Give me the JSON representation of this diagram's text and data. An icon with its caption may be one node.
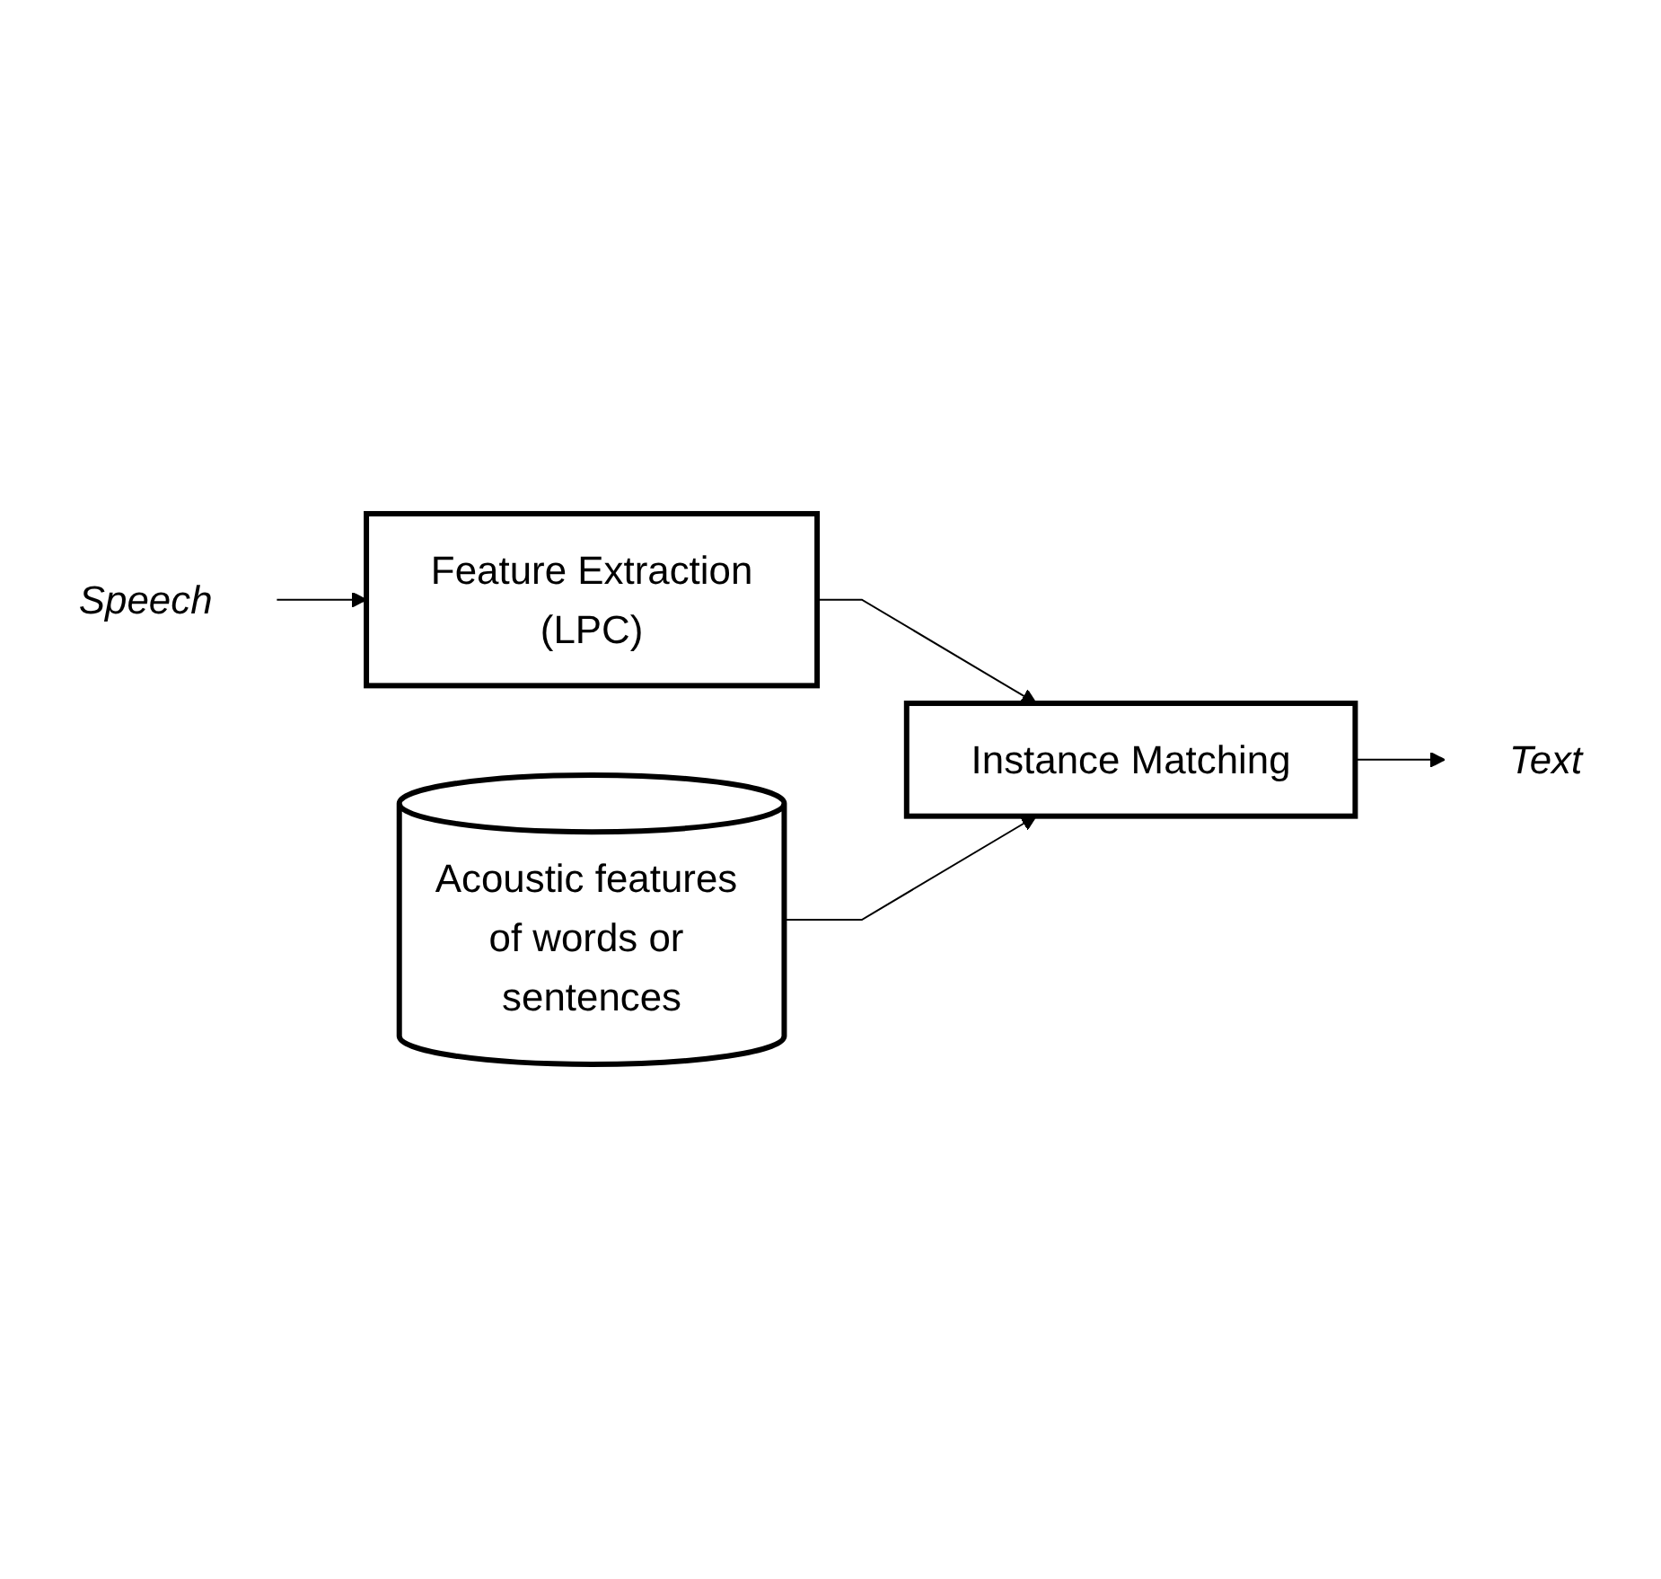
{
  "diagram": {
    "nodes": [
      {
        "text": [
          "Speech"
        ]
      },
      {
        "text": [
          "Feature Extraction",
          "(LPC)"
        ]
      },
      {
        "text": [
          "Instance Matching"
        ]
      },
      {
        "text": [
          "Acoustic features of words or sentences"
        ]
      },
      {
        "text": [
          "Text"
        ]
      }
    ],
    "edges": [
      {
        "from": 0,
        "to": 1,
        "arrow": "to"
      },
      {
        "from": 1,
        "to": 2,
        "arrow": "to"
      },
      {
        "from": 2,
        "to": 4,
        "arrow": "to"
      },
      {
        "from": 3,
        "to": 2,
        "arrow": "to"
      }
    ]
  }
}
